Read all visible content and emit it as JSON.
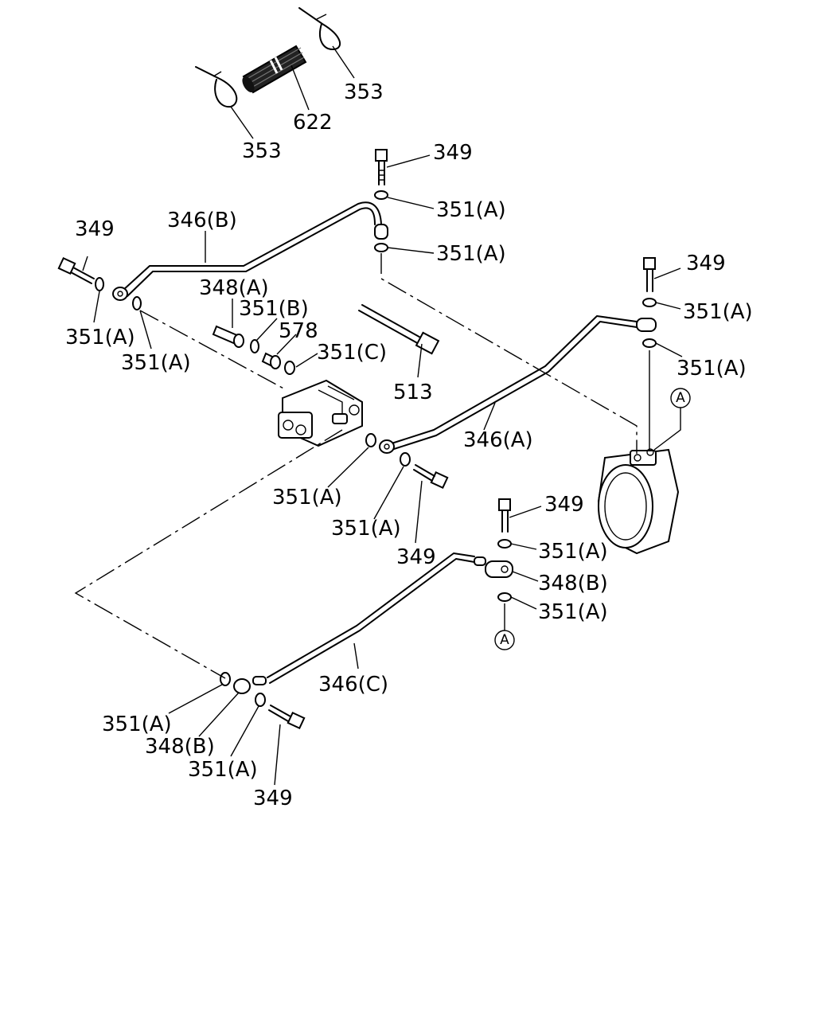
{
  "labels": {
    "p353_top": "353",
    "p622": "622",
    "p353_left": "353",
    "p349_top": "349",
    "p351a_1": "351(A)",
    "p351a_2": "351(A)",
    "p346b": "346(B)",
    "p349_left": "349",
    "p351a_left1": "351(A)",
    "p351a_left2": "351(A)",
    "p348a": "348(A)",
    "p351b": "351(B)",
    "p578": "578",
    "p351c": "351(C)",
    "p513": "513",
    "p349_right": "349",
    "p351a_right1": "351(A)",
    "p351a_right2": "351(A)",
    "p346a": "346(A)",
    "p351a_mid1": "351(A)",
    "p351a_mid2": "351(A)",
    "p349_mid": "349",
    "p349_lowright": "349",
    "p351a_lowright1": "351(A)",
    "p348b_right": "348(B)",
    "p351a_lowright2": "351(A)",
    "p346c": "346(C)",
    "p351a_bot1": "351(A)",
    "p348b_bot": "348(B)",
    "p351a_bot2": "351(A)",
    "p349_bot": "349"
  },
  "refs": {
    "ref_a_top": "A",
    "ref_a_bottom": "A"
  }
}
